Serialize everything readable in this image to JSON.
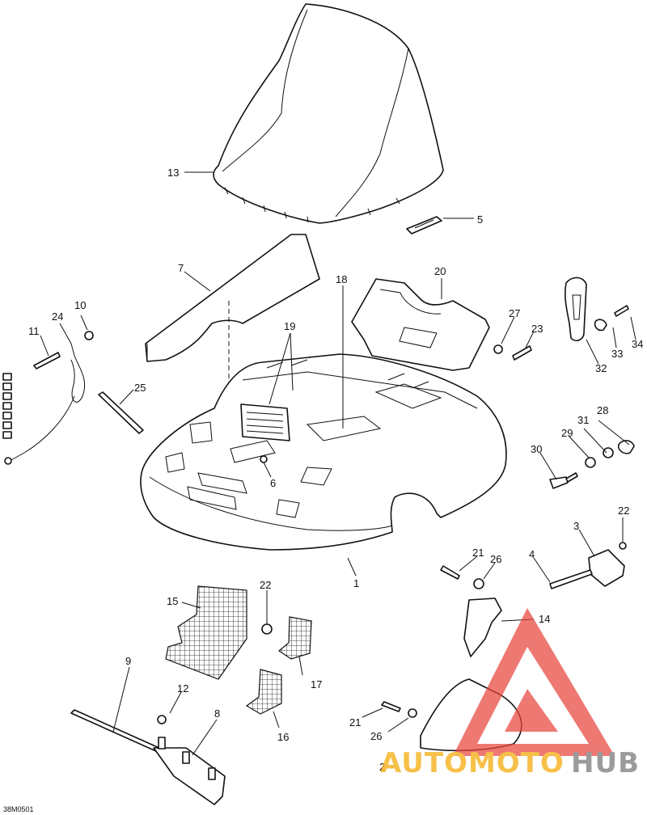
{
  "diagram": {
    "callouts": [
      {
        "id": "c1",
        "label": "1"
      },
      {
        "id": "c2",
        "label": "2"
      },
      {
        "id": "c3",
        "label": "3"
      },
      {
        "id": "c4",
        "label": "4"
      },
      {
        "id": "c5",
        "label": "5"
      },
      {
        "id": "c6",
        "label": "6"
      },
      {
        "id": "c7",
        "label": "7"
      },
      {
        "id": "c8",
        "label": "8"
      },
      {
        "id": "c9",
        "label": "9"
      },
      {
        "id": "c10",
        "label": "10"
      },
      {
        "id": "c11",
        "label": "11"
      },
      {
        "id": "c12",
        "label": "12"
      },
      {
        "id": "c13",
        "label": "13"
      },
      {
        "id": "c14",
        "label": "14"
      },
      {
        "id": "c15",
        "label": "15"
      },
      {
        "id": "c16",
        "label": "16"
      },
      {
        "id": "c17",
        "label": "17"
      },
      {
        "id": "c18",
        "label": "18"
      },
      {
        "id": "c19",
        "label": "19"
      },
      {
        "id": "c20",
        "label": "20"
      },
      {
        "id": "c21a",
        "label": "21"
      },
      {
        "id": "c21b",
        "label": "21"
      },
      {
        "id": "c22a",
        "label": "22"
      },
      {
        "id": "c22b",
        "label": "22"
      },
      {
        "id": "c23",
        "label": "23"
      },
      {
        "id": "c24",
        "label": "24"
      },
      {
        "id": "c25",
        "label": "25"
      },
      {
        "id": "c26a",
        "label": "26"
      },
      {
        "id": "c26b",
        "label": "26"
      },
      {
        "id": "c27",
        "label": "27"
      },
      {
        "id": "c28",
        "label": "28"
      },
      {
        "id": "c29",
        "label": "29"
      },
      {
        "id": "c30",
        "label": "30"
      },
      {
        "id": "c31",
        "label": "31"
      },
      {
        "id": "c32",
        "label": "32"
      },
      {
        "id": "c33",
        "label": "33"
      },
      {
        "id": "c34",
        "label": "34"
      }
    ],
    "drawing_code": "38M0501",
    "watermark": {
      "text_part1": "AUTOMOTO",
      "text_part2": "HUB",
      "color_primary": "#e8443c",
      "color_accent": "#f5b62a",
      "color_secondary": "#8a8a8a"
    }
  }
}
